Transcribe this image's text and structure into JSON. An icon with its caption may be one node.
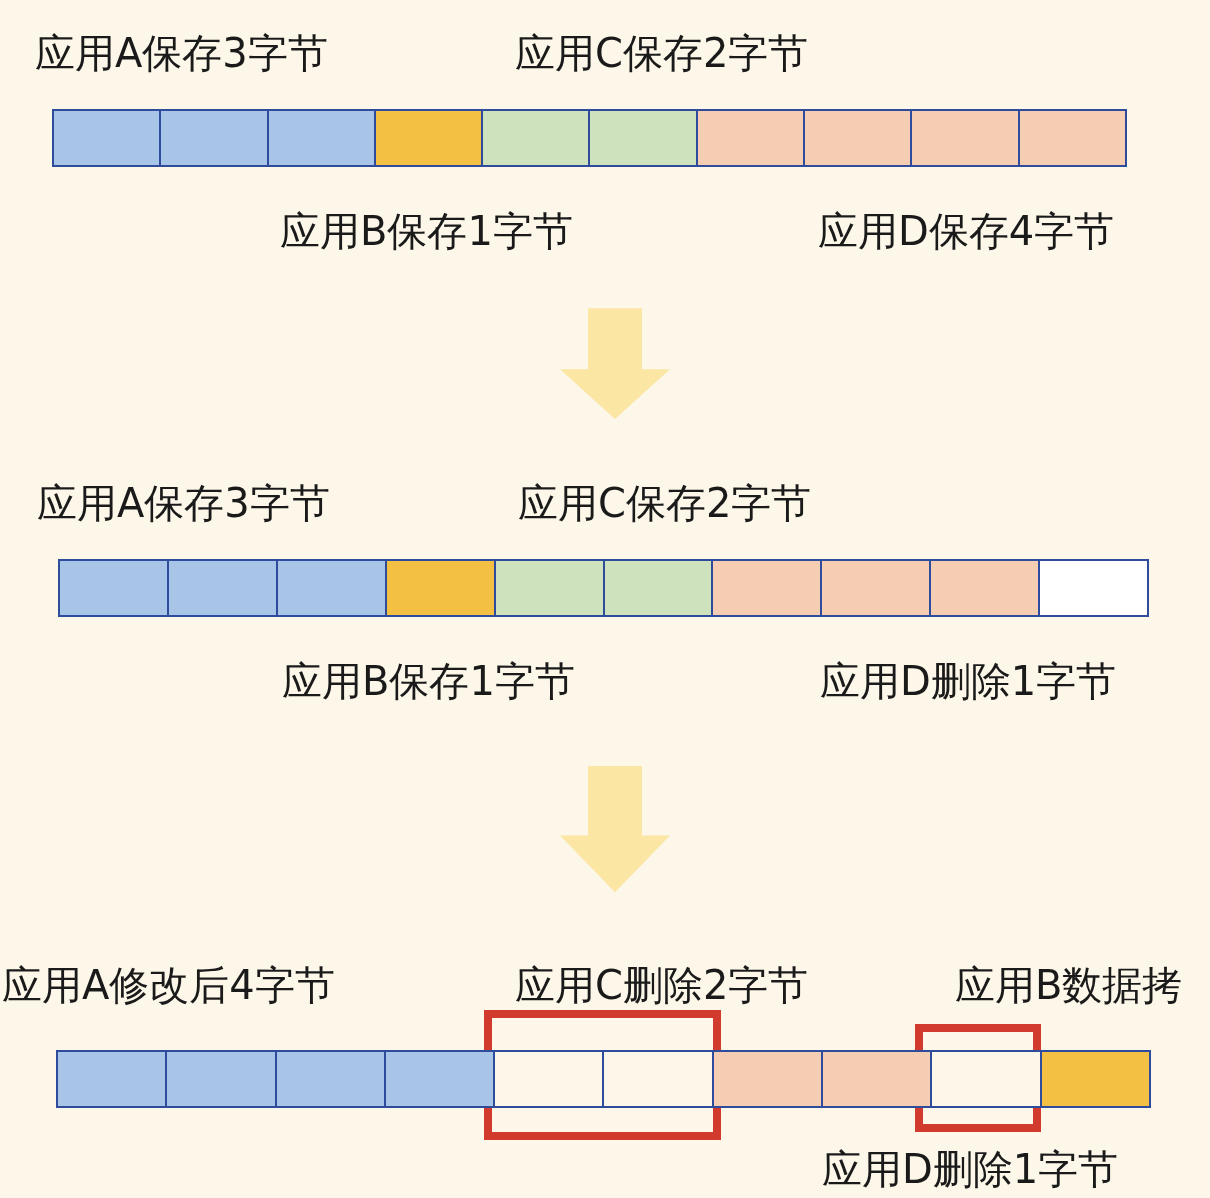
{
  "diagram": {
    "nodes": [
      {
        "text": [],
        "shape": "bar",
        "beside": [
          "应用A保存3字节",
          "应用C保存2字节",
          "应用B保存1字节",
          "应用D保存4字节"
        ]
      },
      {
        "text": [],
        "shape": "box",
        "in": 0
      },
      {
        "text": [],
        "shape": "box",
        "in": 0
      },
      {
        "text": [],
        "shape": "box",
        "in": 0
      },
      {
        "text": [],
        "shape": "box",
        "in": 0
      },
      {
        "text": [],
        "shape": "box",
        "in": 0
      },
      {
        "text": [],
        "shape": "box",
        "in": 0
      },
      {
        "text": [],
        "shape": "box",
        "in": 0
      },
      {
        "text": [],
        "shape": "box",
        "in": 0
      },
      {
        "text": [],
        "shape": "box",
        "in": 0
      },
      {
        "text": [],
        "shape": "box",
        "in": 0
      },
      {
        "text": [],
        "shape": "bar",
        "beside": [
          "应用A保存3字节",
          "应用C保存2字节",
          "应用B保存1字节",
          "应用D删除1字节"
        ]
      },
      {
        "text": [],
        "shape": "box",
        "in": 11
      },
      {
        "text": [],
        "shape": "box",
        "in": 11
      },
      {
        "text": [],
        "shape": "box",
        "in": 11
      },
      {
        "text": [],
        "shape": "box",
        "in": 11
      },
      {
        "text": [],
        "shape": "box",
        "in": 11
      },
      {
        "text": [],
        "shape": "box",
        "in": 11
      },
      {
        "text": [],
        "shape": "box",
        "in": 11
      },
      {
        "text": [],
        "shape": "box",
        "in": 11
      },
      {
        "text": [],
        "shape": "box",
        "in": 11
      },
      {
        "text": [],
        "shape": "box",
        "in": 11
      },
      {
        "text": [],
        "shape": "bar",
        "beside": [
          "应用A修改后4字节",
          "应用C删除2字节",
          "应用B数据拷",
          "应用D删除1字节"
        ]
      },
      {
        "text": [],
        "shape": "box",
        "in": 22
      },
      {
        "text": [],
        "shape": "box",
        "in": 22
      },
      {
        "text": [],
        "shape": "box",
        "in": 22
      },
      {
        "text": [],
        "shape": "box",
        "in": 22
      },
      {
        "text": [],
        "shape": "box",
        "in": 22
      },
      {
        "text": [],
        "shape": "box",
        "in": 22
      },
      {
        "text": [],
        "shape": "box",
        "in": 22
      },
      {
        "text": [],
        "shape": "box",
        "in": 22
      },
      {
        "text": [],
        "shape": "box",
        "in": 22
      },
      {
        "text": [],
        "shape": "box",
        "in": 22
      }
    ],
    "edges": [
      {
        "from": 0,
        "to": 11,
        "arrow": "to"
      },
      {
        "from": 11,
        "to": 22,
        "arrow": "to"
      }
    ]
  }
}
